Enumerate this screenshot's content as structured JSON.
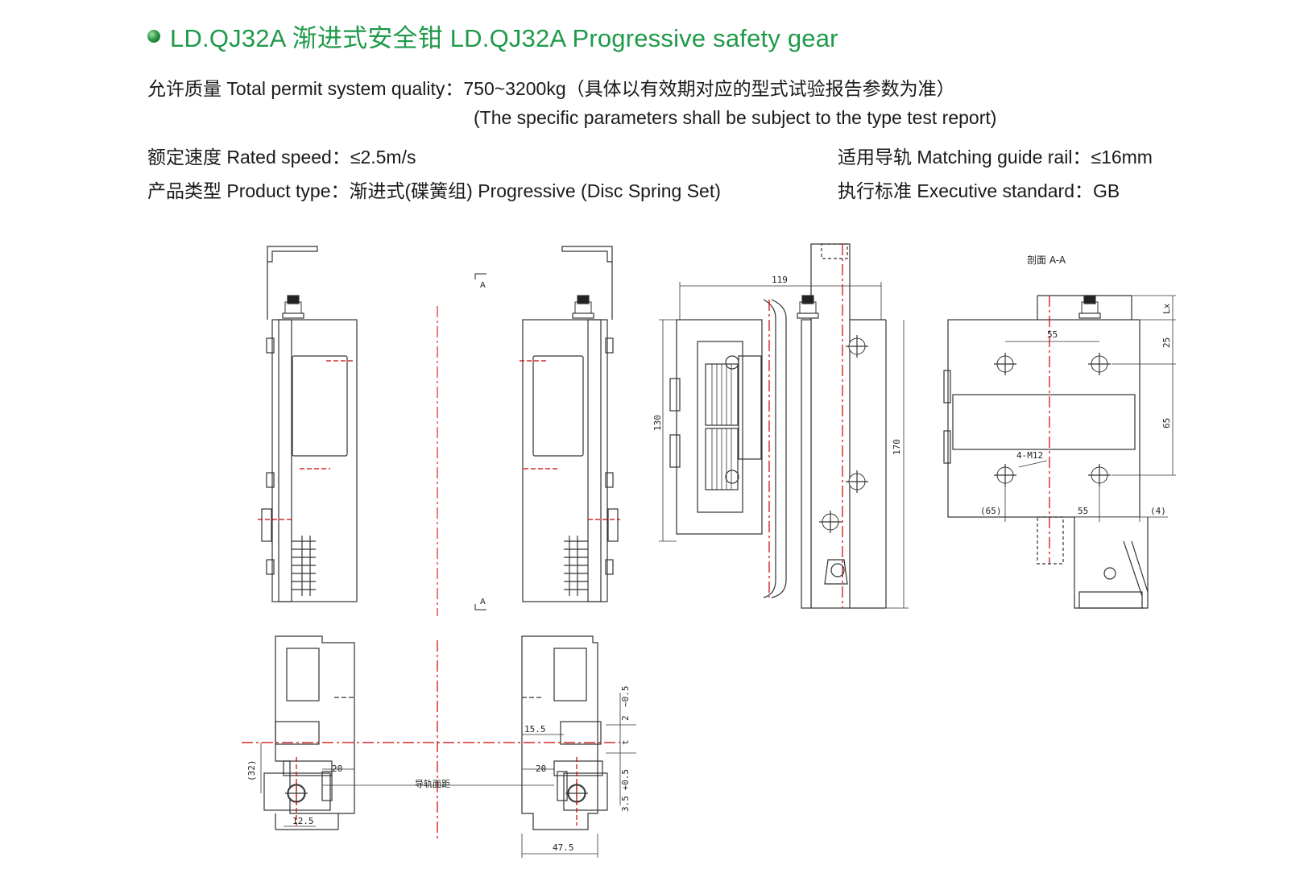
{
  "header": {
    "title": "LD.QJ32A 渐进式安全钳  LD.QJ32A Progressive safety gear",
    "accent_color": "#1f9a4a",
    "bullet_icon": "green-sphere-bullet-icon"
  },
  "specs": {
    "quality_line": "允许质量 Total permit system quality：750~3200kg（具体以有效期对应的型式试验报告参数为准）",
    "quality_note": "(The specific parameters shall be subject to the type test report)",
    "speed": "额定速度 Rated speed：≤2.5m/s",
    "rail": "适用导轨 Matching guide rail：≤16mm",
    "type": "产品类型 Product type：渐进式(碟簧组) Progressive (Disc Spring Set)",
    "standard": "执行标准 Executive standard：GB"
  },
  "drawing": {
    "section_label": "剖面 A-A",
    "section_mark": "A",
    "rail_distance_label": "导轨面距",
    "dims": {
      "d119": "119",
      "d130": "130",
      "d170": "170",
      "d55_top": "55",
      "d25": "25",
      "d65_right": "65",
      "d_lx": "Lx",
      "d_4m12": "4-M12",
      "d65_paren": "(65)",
      "d55_bottom": "55",
      "d4_paren": "(4)",
      "d15_5": "15.5",
      "d20_left": "20",
      "d20_right": "20",
      "d32_paren": "(32)",
      "d12_5": "12.5",
      "d47_5": "47.5",
      "d3_5": "3.5 +0.5",
      "d_t": "t",
      "d2": "2",
      "d_small": "~0.5"
    }
  }
}
